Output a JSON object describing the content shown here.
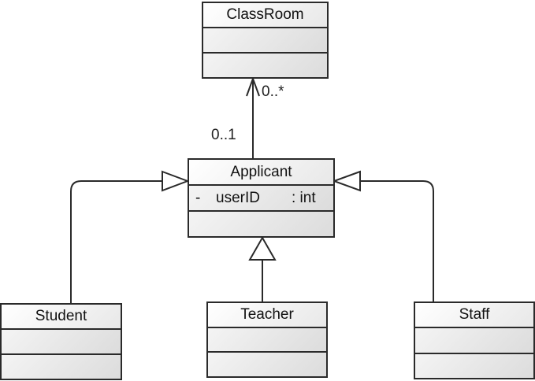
{
  "diagram": {
    "type": "UML class diagram",
    "classes": {
      "classroom": {
        "name": "ClassRoom",
        "attributes": [],
        "operations": []
      },
      "applicant": {
        "name": "Applicant",
        "attributes": [
          {
            "visibility": "-",
            "name": "userID",
            "type": ": int"
          }
        ],
        "operations": []
      },
      "student": {
        "name": "Student",
        "attributes": [],
        "operations": []
      },
      "teacher": {
        "name": "Teacher",
        "attributes": [],
        "operations": []
      },
      "staff": {
        "name": "Staff",
        "attributes": [],
        "operations": []
      }
    },
    "relationships": {
      "association": {
        "from": "Applicant",
        "to": "ClassRoom",
        "navigable_to": "ClassRoom",
        "multiplicity_classroom_end": "0..*",
        "multiplicity_applicant_end": "0..1"
      },
      "generalizations": [
        {
          "child": "Student",
          "parent": "Applicant"
        },
        {
          "child": "Teacher",
          "parent": "Applicant"
        },
        {
          "child": "Staff",
          "parent": "Applicant"
        }
      ]
    },
    "colors": {
      "line": "#2a2a2a",
      "box_fill_light": "#ffffff",
      "box_fill_dark": "#dcdcdc",
      "text": "#111111"
    }
  }
}
